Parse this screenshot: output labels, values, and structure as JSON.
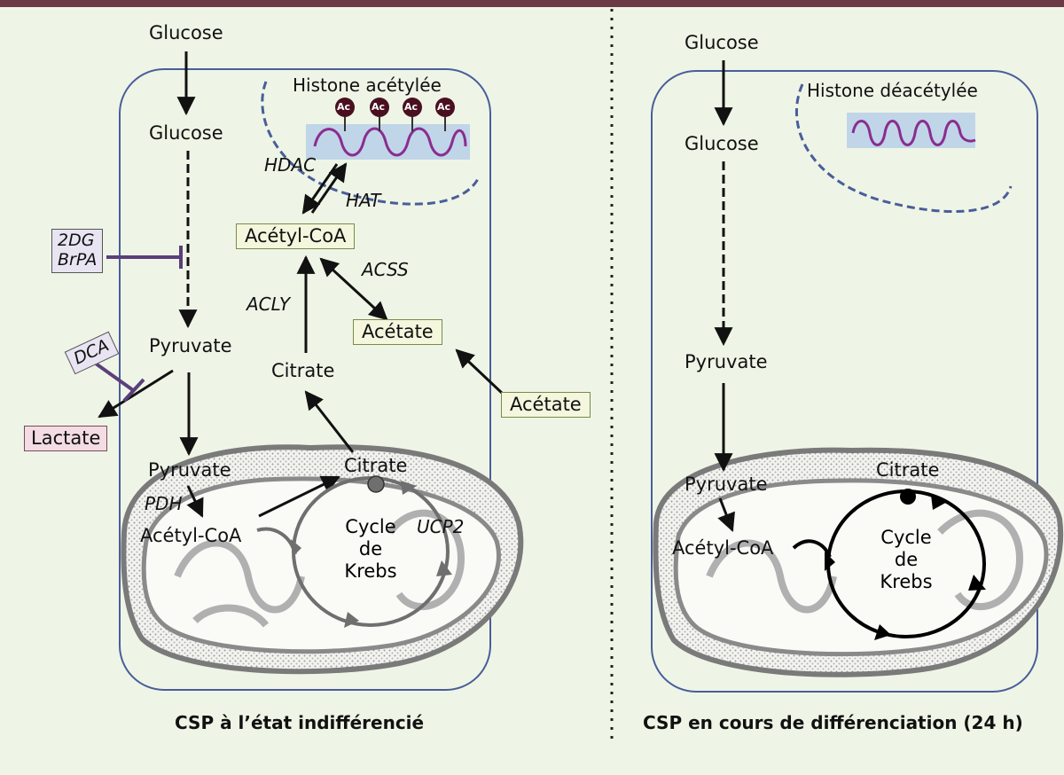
{
  "colors": {
    "background": "#eef5e6",
    "top_bar": "#6b3a44",
    "cell_border": "#4a5d9a",
    "histone_purple": "#8a2d8f",
    "acetyl_badge": "#4a1020",
    "inhibitor": "#5a3f7a",
    "krebs_grey": "#6f6f6f",
    "krebs_black": "#000000"
  },
  "left": {
    "glucose_outside": "Glucose",
    "glucose_inside": "Glucose",
    "inhibitor_box": [
      "2DG",
      "BrPA"
    ],
    "dca": "DCA",
    "pyruvate": "Pyruvate",
    "lactate": "Lactate",
    "histone_label": "Histone acétylée",
    "ac_badge": "Ac",
    "hdac": "HDAC",
    "hat": "HAT",
    "acetyl_coa_cyto": "Acétyl-CoA",
    "acss": "ACSS",
    "acly": "ACLY",
    "acetate_inside": "Acétate",
    "acetate_outside": "Acétate",
    "citrate_cyto": "Citrate",
    "pyruvate_mito": "Pyruvate",
    "pdh": "PDH",
    "acetyl_coa_mito": "Acétyl-CoA",
    "citrate_mito": "Citrate",
    "ucp2": "UCP2",
    "krebs": [
      "Cycle",
      "de",
      "Krebs"
    ],
    "caption": "CSP à l’état indifférencié"
  },
  "right": {
    "glucose_outside": "Glucose",
    "glucose_inside": "Glucose",
    "histone_label": "Histone déacétylée",
    "pyruvate": "Pyruvate",
    "pyruvate_mito": "Pyruvate",
    "acetyl_coa_mito": "Acétyl-CoA",
    "citrate_mito": "Citrate",
    "krebs": [
      "Cycle",
      "de",
      "Krebs"
    ],
    "caption": "CSP en cours de différenciation (24 h)"
  }
}
